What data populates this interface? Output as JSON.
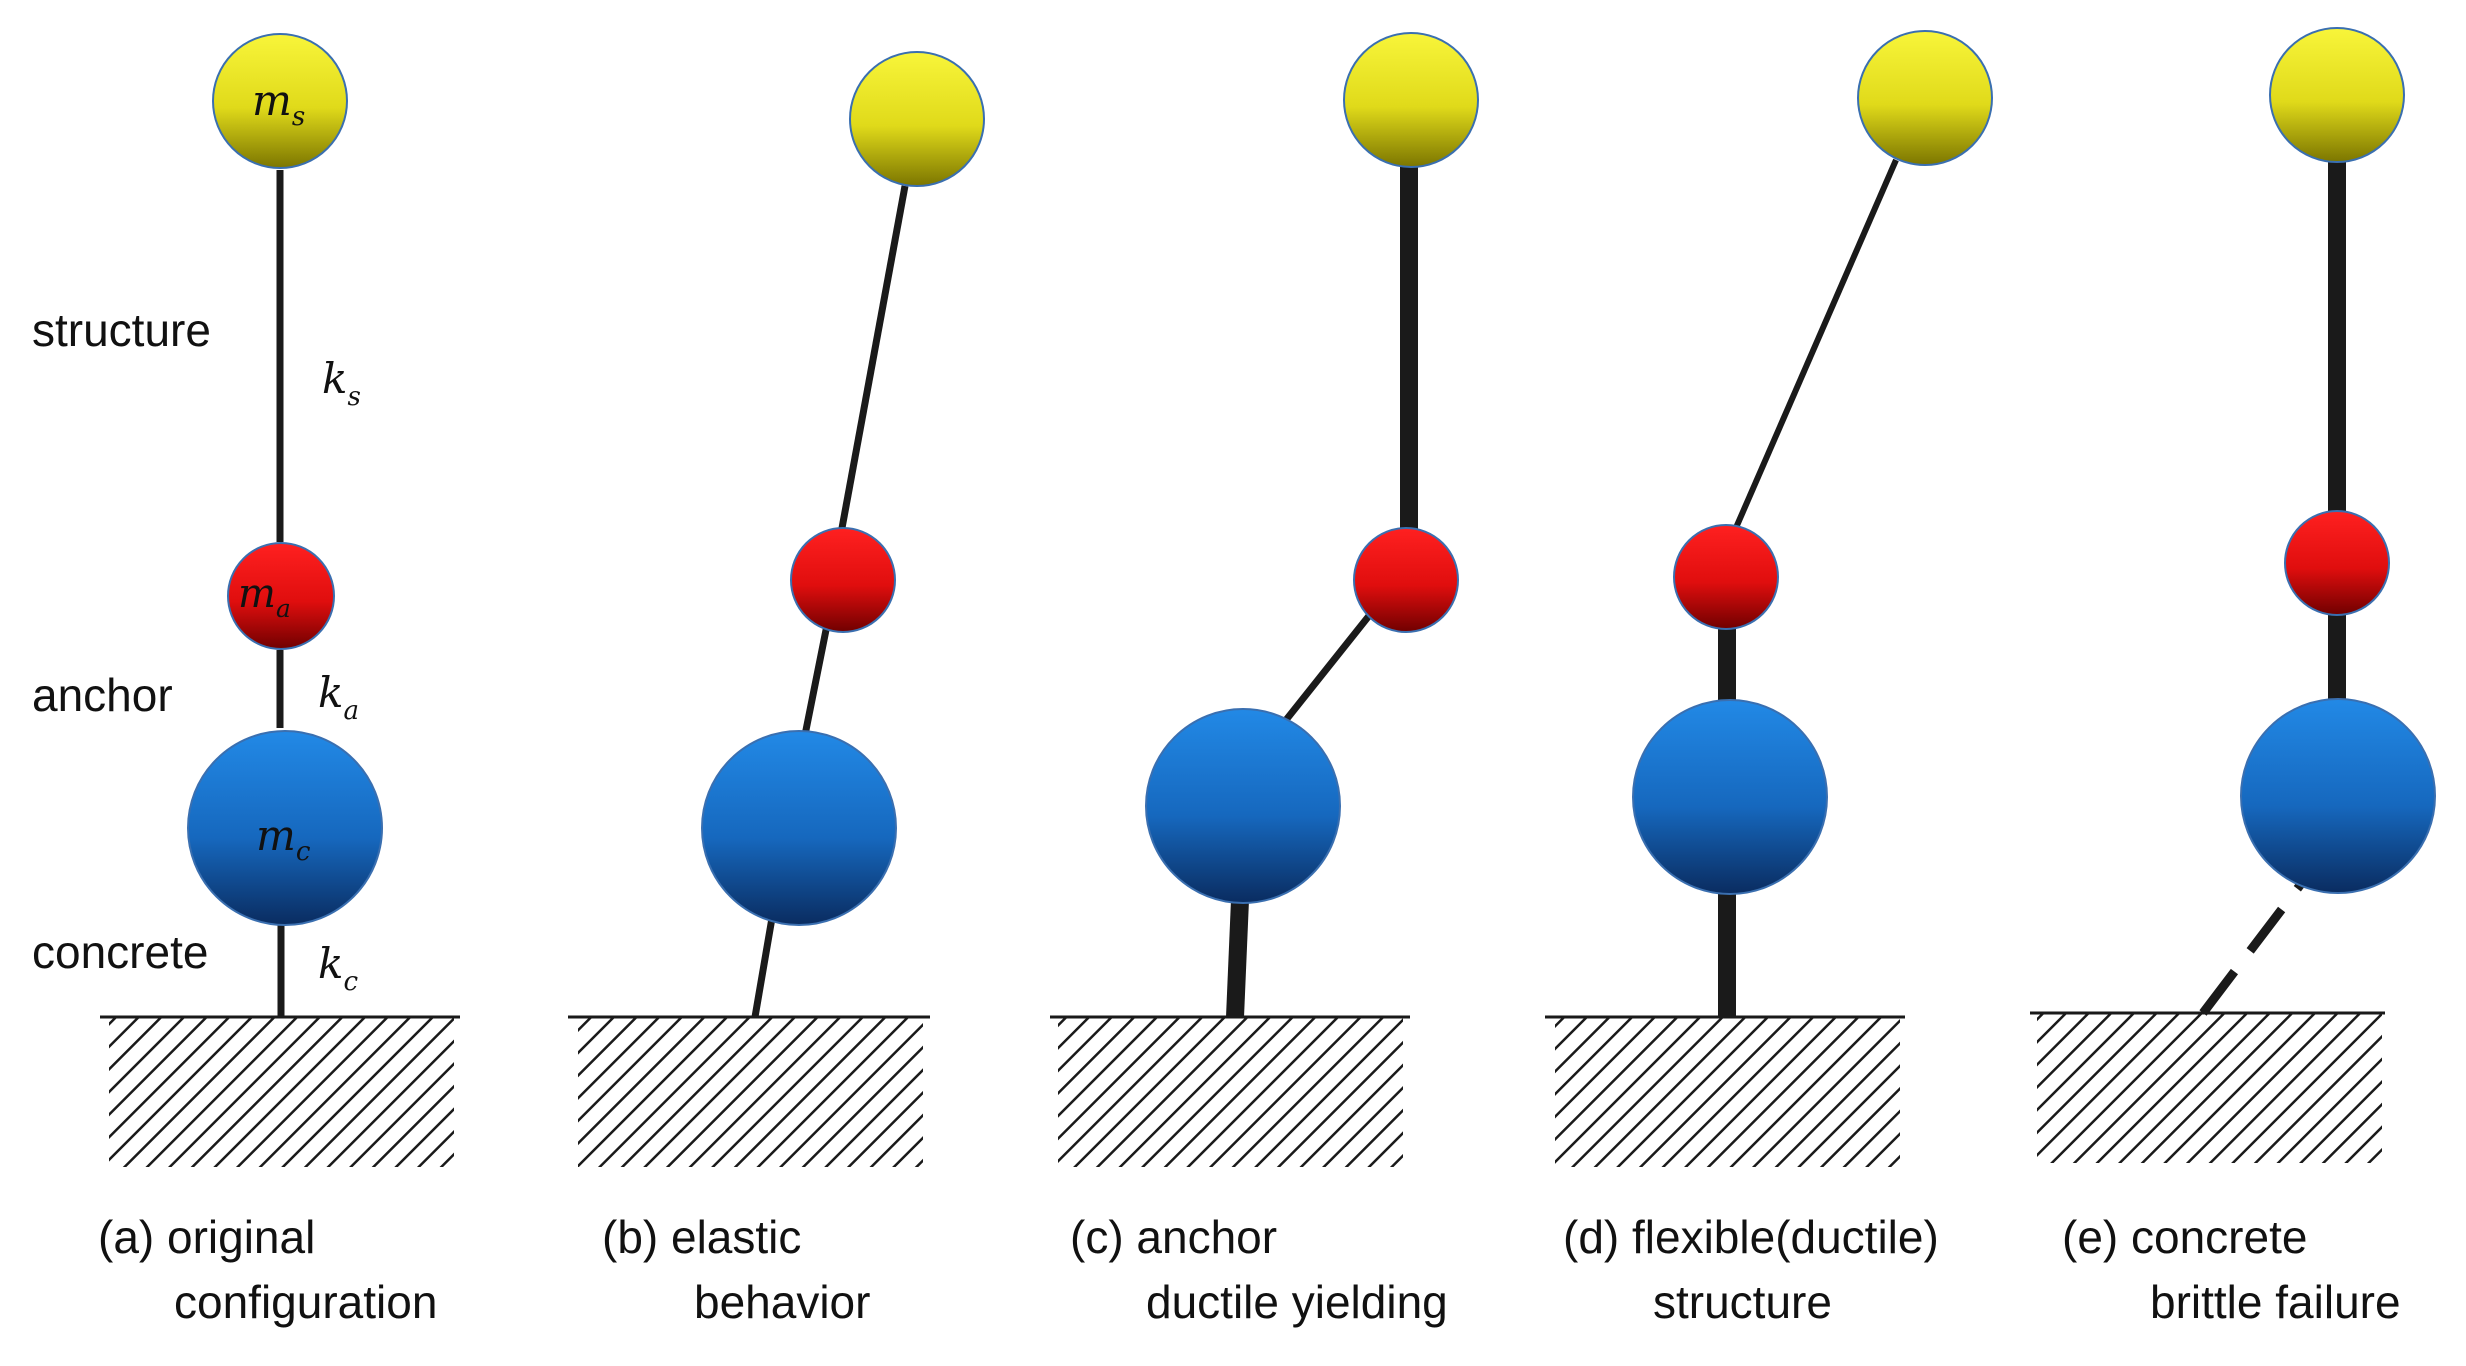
{
  "labels": {
    "structure": "structure",
    "anchor": "anchor",
    "concrete": "concrete"
  },
  "symbols": {
    "ms_base": "m",
    "ms_sub": "s",
    "ma_base": "m",
    "ma_sub": "a",
    "mc_base": "m",
    "mc_sub": "c",
    "ks_base": "k",
    "ks_sub": "s",
    "ka_base": "k",
    "ka_sub": "a",
    "kc_base": "k",
    "kc_sub": "c"
  },
  "captions": [
    {
      "line1": "(a) original",
      "line2": "configuration"
    },
    {
      "line1": "(b) elastic",
      "line2": "behavior"
    },
    {
      "line1": "(c) anchor",
      "line2": "ductile yielding"
    },
    {
      "line1": "(d) flexible(ductile)",
      "line2": "structure"
    },
    {
      "line1": "(e) concrete",
      "line2": "brittle failure"
    }
  ],
  "colors": {
    "structure_mass": "#f0ee2a",
    "structure_mass_dark": "#7c7600",
    "anchor_mass": "#ff1a1a",
    "anchor_mass_dark": "#7a0000",
    "concrete_mass": "#1f7fd8",
    "concrete_mass_dark": "#0a2f66",
    "outline": "#3a6fb0",
    "line": "#1a1a1a"
  }
}
